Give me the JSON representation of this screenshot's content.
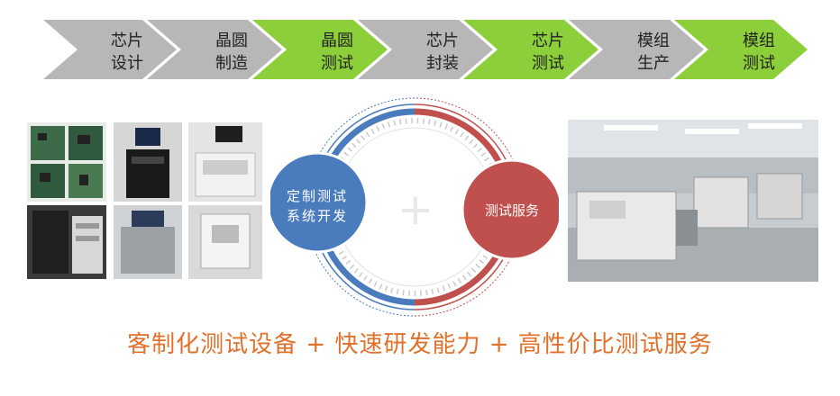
{
  "process_steps": [
    {
      "label": "芯片\n设计",
      "color": "#b7b7b7"
    },
    {
      "label": "晶圆\n制造",
      "color": "#b7b7b7"
    },
    {
      "label": "晶圆\n测试",
      "color": "#8ccf3a"
    },
    {
      "label": "芯片\n封装",
      "color": "#b7b7b7"
    },
    {
      "label": "芯片\n测试",
      "color": "#8ccf3a"
    },
    {
      "label": "模组\n生产",
      "color": "#b7b7b7"
    },
    {
      "label": "模组\n测试",
      "color": "#8ccf3a"
    }
  ],
  "center": {
    "left_circle_text": "定制测试\n系统开发",
    "right_circle_text": "测试服务",
    "plus_symbol": "+",
    "left_color": "#4a7bbd",
    "right_color": "#c0504d"
  },
  "tagline": "客制化测试设备 + 快速研发能力 + 高性价比测试服务",
  "colors": {
    "accent_green": "#8ccf3a",
    "gray_step": "#b7b7b7",
    "tagline": "#e0702a"
  }
}
